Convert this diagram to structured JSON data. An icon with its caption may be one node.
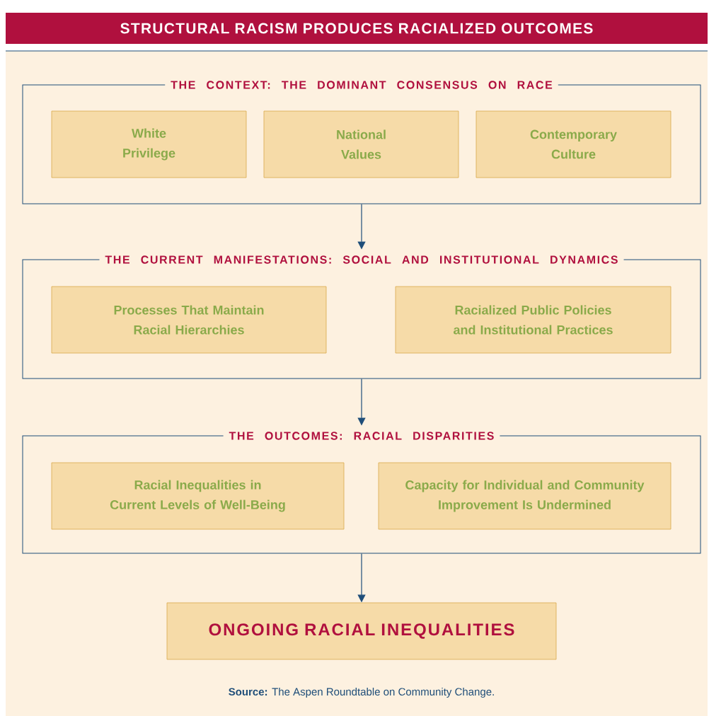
{
  "diagram": {
    "title": "STRUCTURAL RACISM PRODUCES RACIALIZED OUTCOMES",
    "caption": "**Source:** The Aspen Roundtable on Community Change.",
    "nodes": [
      {
        "text": [
          "THE CONTEXT: THE DOMINANT CONSENSUS ON RACE"
        ]
      },
      {
        "text": [
          "White Privilege"
        ],
        "in": 0
      },
      {
        "text": [
          "National Values"
        ],
        "in": 0
      },
      {
        "text": [
          "Contemporary Culture"
        ],
        "in": 0
      },
      {
        "text": [
          "THE CURRENT MANIFESTATIONS: SOCIAL AND INSTITUTIONAL DYNAMICS"
        ]
      },
      {
        "text": [
          "Processes That Maintain Racial Hierarchies"
        ],
        "in": 4
      },
      {
        "text": [
          "Racialized Public Policies and Institutional Practices"
        ],
        "in": 4
      },
      {
        "text": [
          "THE OUTCOMES: RACIAL DISPARITIES"
        ]
      },
      {
        "text": [
          "Racial Inequalities in Current Levels of Well-Being"
        ],
        "in": 7
      },
      {
        "text": [
          "Capacity for Individual and Community Improvement Is Undermined"
        ],
        "in": 7
      },
      {
        "text": [
          "ONGOING RACIAL INEQUALITIES"
        ]
      }
    ],
    "edges": [
      {
        "from": 0,
        "to": 4,
        "arrow": "to"
      },
      {
        "from": 4,
        "to": 7,
        "arrow": "to"
      },
      {
        "from": 7,
        "to": 10,
        "arrow": "to"
      }
    ]
  }
}
